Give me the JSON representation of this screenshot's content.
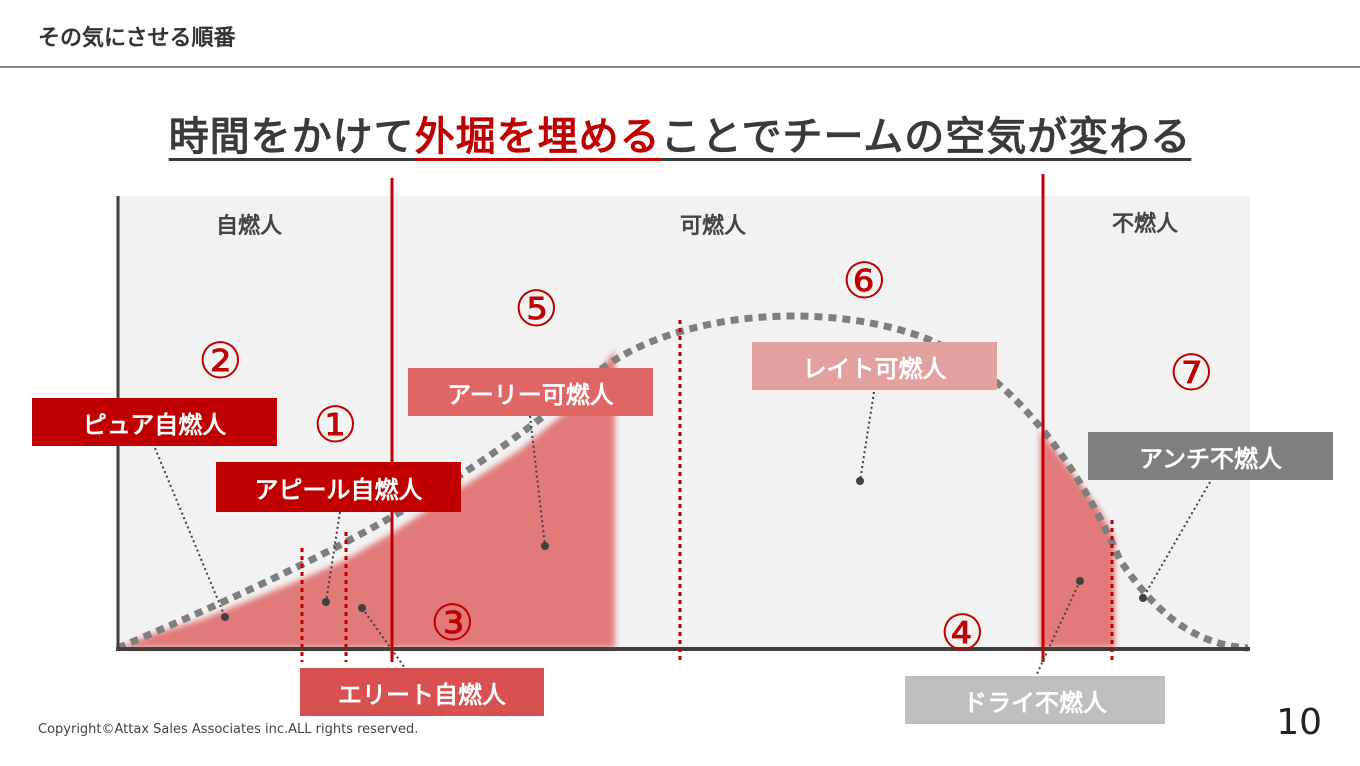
{
  "header": {
    "title": "その気にさせる順番"
  },
  "headline": {
    "part1": "時間をかけて",
    "highlight": "外堀を埋める",
    "part2": "ことでチームの空気が変わる"
  },
  "zones": {
    "left": "自燃人",
    "middle": "可燃人",
    "right": "不燃人"
  },
  "segments": {
    "pure": "ピュア自燃人",
    "appeal": "アピール自燃人",
    "elite": "エリート自燃人",
    "early": "アーリー可燃人",
    "late": "レイト可燃人",
    "dry": "ドライ不燃人",
    "anti": "アンチ不燃人"
  },
  "numbers": {
    "n1": "①",
    "n2": "②",
    "n3": "③",
    "n4": "④",
    "n5": "⑤",
    "n6": "⑥",
    "n7": "⑦"
  },
  "colors": {
    "accent": "#c00000",
    "fill": "#e06666",
    "late_box": "#e3a0a0",
    "dry_box": "#bfbfbf",
    "anti_box": "#7f7f7f",
    "curve": "#7f7f7f"
  },
  "footer": {
    "copyright": "Copyright©Attax Sales Associates inc.ALL rights reserved.",
    "page": "10"
  }
}
